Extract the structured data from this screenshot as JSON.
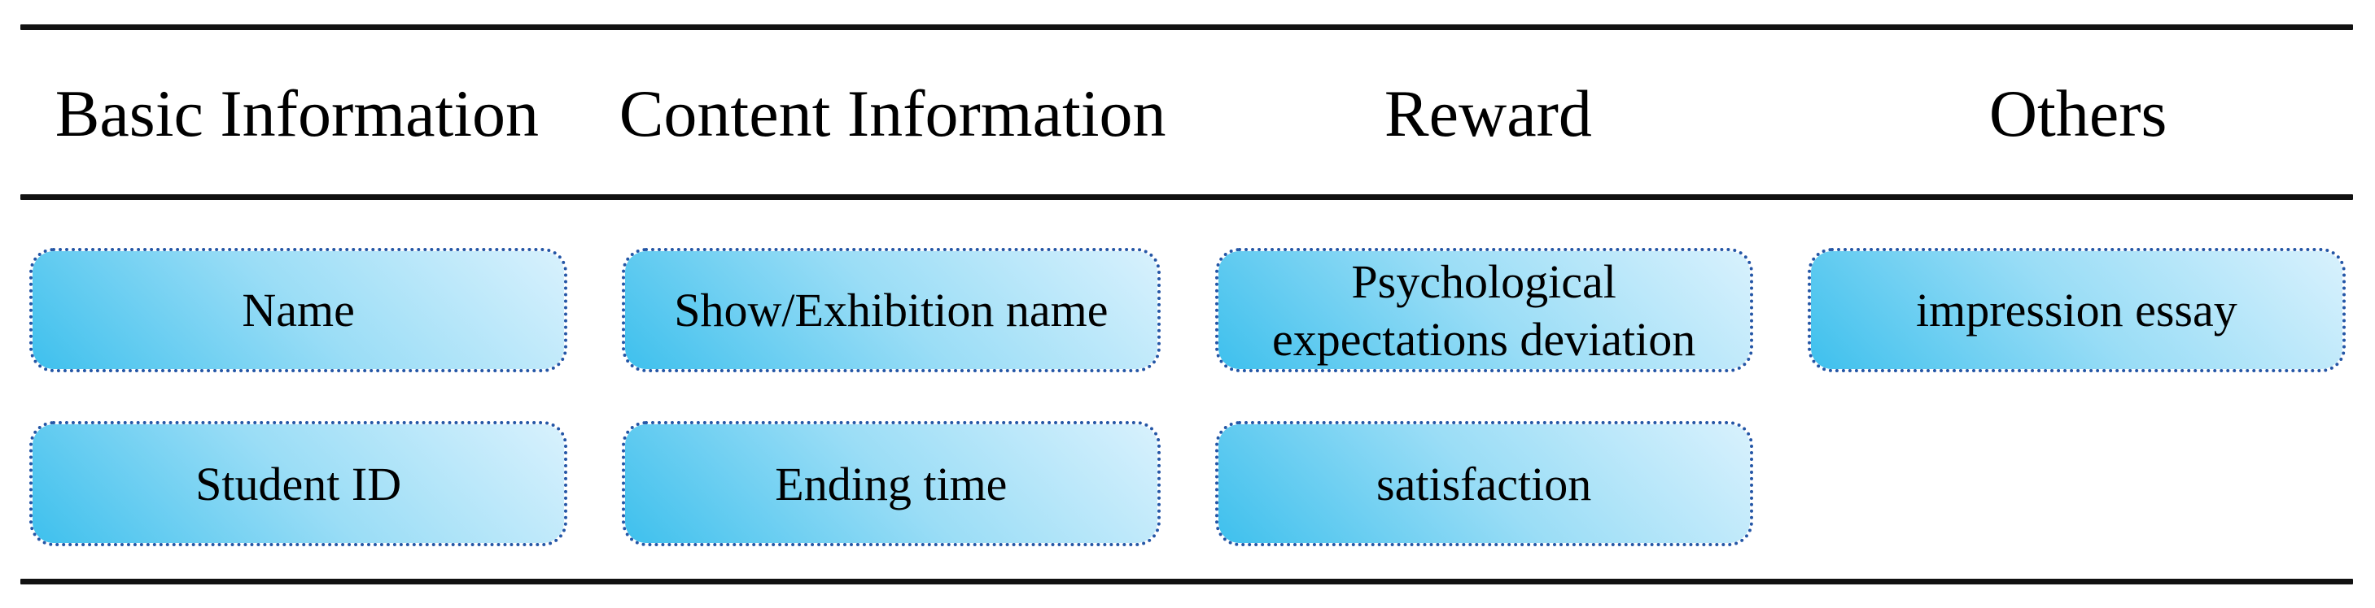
{
  "figure": {
    "description_role": "questionnaire-fields-table"
  },
  "colors": {
    "box_border": "#2456a6",
    "box_fill_start": "#3ec0ed",
    "box_fill_mid": "#9addf6",
    "box_fill_end": "#d8f1fd",
    "rule_color": "#111111",
    "text_color": "#000000"
  },
  "columns": [
    {
      "header": "Basic Information",
      "items": [
        "Name",
        "Student ID"
      ]
    },
    {
      "header": "Content Information",
      "items": [
        "Show/Exhibition name",
        "Ending time"
      ]
    },
    {
      "header": "Reward",
      "items": [
        "Psychological\nexpectations deviation",
        "satisfaction"
      ]
    },
    {
      "header": "Others",
      "items": [
        "impression essay"
      ]
    }
  ]
}
